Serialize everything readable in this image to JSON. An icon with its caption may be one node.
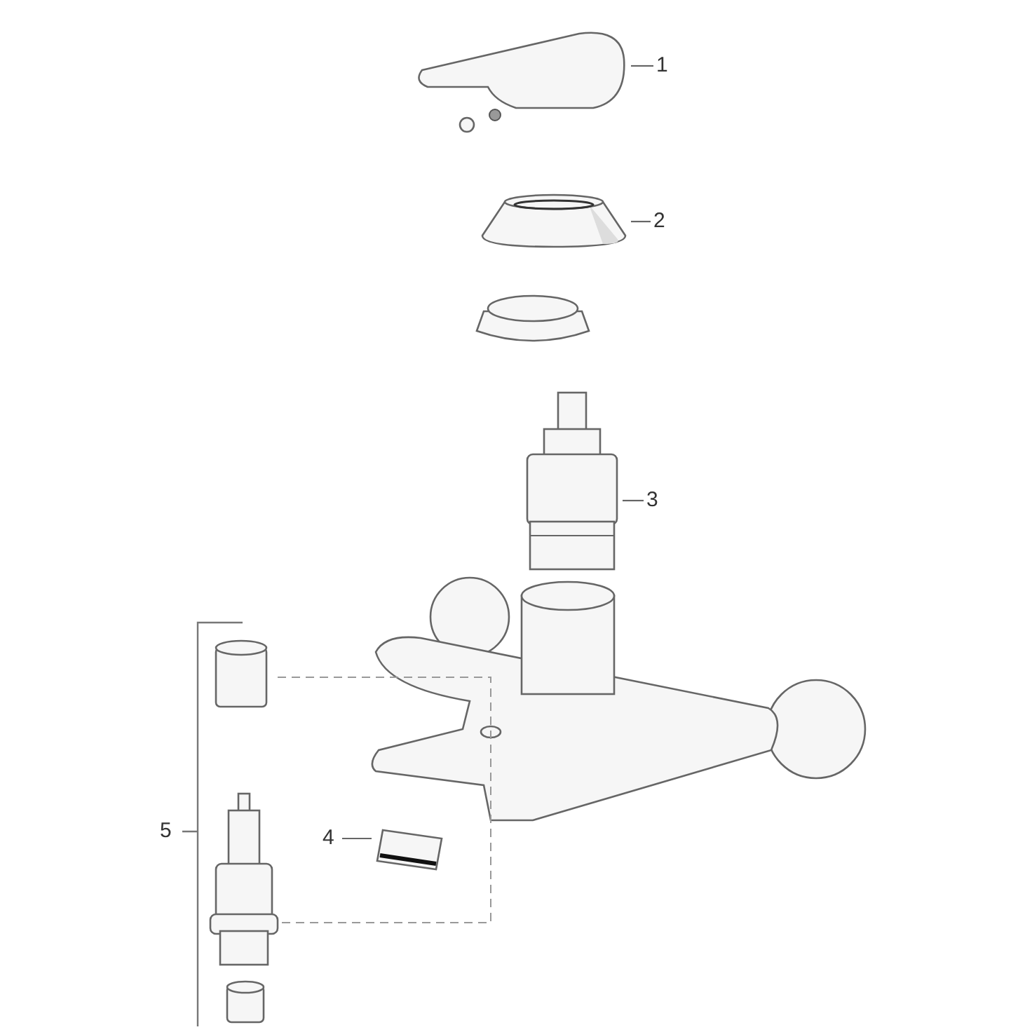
{
  "diagram": {
    "nodes": [
      {
        "text": [
          "1"
        ]
      },
      {
        "text": [],
        "shape": "picture"
      },
      {
        "text": [
          "2"
        ]
      },
      {
        "text": [],
        "shape": "picture"
      },
      {
        "text": [
          "3"
        ]
      },
      {
        "text": [],
        "shape": "picture"
      },
      {
        "text": [
          "4"
        ]
      },
      {
        "text": [],
        "shape": "picture"
      }
    ],
    "edges": [
      {
        "from": 0,
        "to": 1,
        "arrow": "none"
      },
      {
        "from": 2,
        "to": 3,
        "arrow": "none"
      },
      {
        "from": 4,
        "to": 5,
        "arrow": "none"
      },
      {
        "from": 6,
        "to": 7,
        "arrow": "none"
      }
    ],
    "labels": [
      "5"
    ]
  }
}
